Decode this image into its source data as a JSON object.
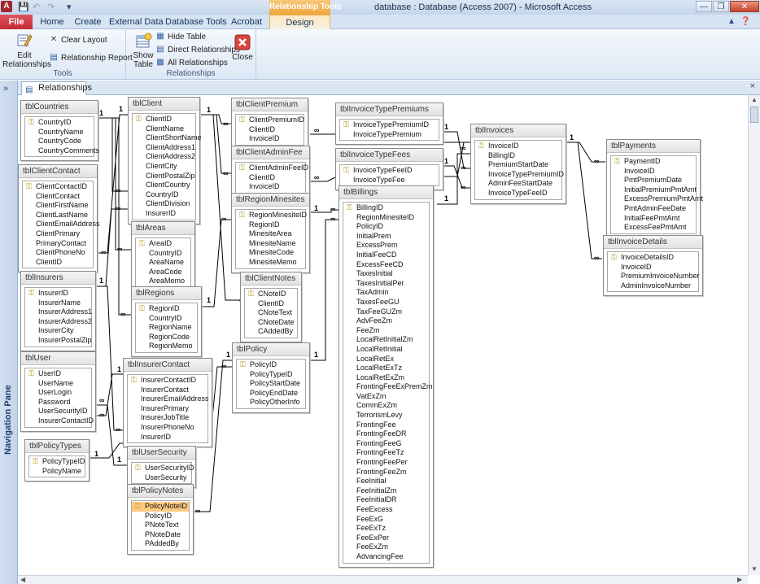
{
  "window": {
    "app_icon": "A",
    "title": "database : Database (Access 2007) - Microsoft Access",
    "context_header": "Relationship Tools",
    "qat": [
      "save-icon",
      "undo-icon",
      "redo-icon"
    ]
  },
  "tabs": {
    "file": "File",
    "home": "Home",
    "create": "Create",
    "external": "External Data",
    "dbtools": "Database Tools",
    "acrobat": "Acrobat",
    "design": "Design"
  },
  "ribbon": {
    "tools": {
      "label": "Tools",
      "edit": "Edit Relationships",
      "clear_layout": "Clear Layout",
      "report": "Relationship Report"
    },
    "relationships": {
      "label": "Relationships",
      "show_table": "Show Table",
      "hide_table": "Hide Table",
      "direct": "Direct Relationships",
      "all": "All Relationships",
      "close": "Close"
    }
  },
  "nav": {
    "toggle": "»",
    "label": "Navigation Pane"
  },
  "doc": {
    "tab_label": "Relationships",
    "close": "×"
  },
  "tables": {
    "countries": {
      "name": "tblCountries",
      "pk": "CountryID",
      "fields": [
        "CountryName",
        "CountryCode",
        "CountryComments"
      ]
    },
    "client": {
      "name": "tblClient",
      "pk": "ClientID",
      "fields": [
        "ClientName",
        "ClientShortName",
        "ClientAddress1",
        "ClientAddress2",
        "ClientCity",
        "ClientPostalZip",
        "ClientCountry",
        "CountryID",
        "ClientDivision",
        "InsurerID"
      ]
    },
    "clientPremium": {
      "name": "tblClientPremium",
      "pk": "ClientPremiumID",
      "fields": [
        "ClientID",
        "InvoiceID"
      ]
    },
    "invoiceTypePremiums": {
      "name": "tblInvoiceTypePremiums",
      "pk": "InvoiceTypePremiumID",
      "fields": [
        "InvoiceTypePremium"
      ]
    },
    "invoices": {
      "name": "tblInvoices",
      "pk": "InvoiceID",
      "fields": [
        "BillingID",
        "PremiumStartDate",
        "InvoiceTypePremiumID",
        "AdminFeeStartDate",
        "InvoiceTypeFeeID"
      ]
    },
    "payments": {
      "name": "tblPayments",
      "pk": "PaymentID",
      "fields": [
        "InvoiceID",
        "PmtPremiumDate",
        "InitialPremiumPmtAmt",
        "ExcessPremiumPmtAmt",
        "PmtAdminFeeDate",
        "InitialFeePmtAmt",
        "ExcessFeePmtAmt"
      ]
    },
    "clientContact": {
      "name": "tblClientContact",
      "pk": "ClientContactID",
      "fields": [
        "ClientContact",
        "ClientFirstName",
        "ClientLastName",
        "ClientEmailAddress",
        "ClientPrimary",
        "PrimaryContact",
        "ClientPhoneNo",
        "ClientID"
      ]
    },
    "clientAdminFee": {
      "name": "tblClientAdminFee",
      "pk": "ClientAdminFeeID",
      "fields": [
        "ClientID",
        "InvoiceID"
      ]
    },
    "invoiceTypeFees": {
      "name": "tblInvoiceTypeFees",
      "pk": "InvoiceTypeFeeID",
      "fields": [
        "InvoiceTypeFee"
      ]
    },
    "billings": {
      "name": "tblBillings",
      "pk": "BillingID",
      "fields": [
        "RegionMinesiteID",
        "PolicyID",
        "InitialPrem",
        "ExcessPrem",
        "InitialFeeCD",
        "ExcessFeeCD",
        "TaxesInitial",
        "TaxesInitialPer",
        "TaxAdmin",
        "TaxesFeeGU",
        "TaxFeeGUZm",
        "AdvFeeZm",
        "FeeZm",
        "LocalRetInitialZm",
        "LocalRetInitial",
        "LocalRetEx",
        "LocalRetExTz",
        "LocalRetExZm",
        "FrontingFeeExPremZm",
        "VatExZm",
        "CommExZm",
        "TerrorismLevy",
        "FrontingFee",
        "FrontingFeeDR",
        "FrontingFeeG",
        "FrontingFeeTz",
        "FrontingFeePer",
        "FrontingFeeZm",
        "FeeInitial",
        "FeeInitialZm",
        "FeeInitialDR",
        "FeeExcess",
        "FeeExG",
        "FeeExTz",
        "FeeExPer",
        "FeeExZm",
        "AdvancingFee"
      ]
    },
    "regionMinesites": {
      "name": "tblRegionMinesites",
      "pk": "RegionMinesiteID",
      "fields": [
        "RegionID",
        "MinesiteArea",
        "MinesiteName",
        "MinesiteCode",
        "MinesiteMemo"
      ]
    },
    "areas": {
      "name": "tblAreas",
      "pk": "AreaID",
      "fields": [
        "CountryID",
        "AreaName",
        "AreaCode",
        "AreaMemo"
      ]
    },
    "invoiceDetails": {
      "name": "tblInvoiceDetails",
      "pk": "InvoiceDetailsID",
      "fields": [
        "InvoiceID",
        "PremiumInvoiceNumber",
        "AdminInvoiceNumber"
      ]
    },
    "insurers": {
      "name": "tblInsurers",
      "pk": "InsurerID",
      "fields": [
        "InsurerName",
        "InsurerAddress1",
        "InsurerAddress2",
        "InsurerCity",
        "InsurerPostalZip"
      ]
    },
    "clientNotes": {
      "name": "tblClientNotes",
      "pk": "CNoteID",
      "fields": [
        "ClientID",
        "CNoteText",
        "CNoteDate",
        "CAddedBy"
      ]
    },
    "regions": {
      "name": "tblRegions",
      "pk": "RegionID",
      "fields": [
        "CountryID",
        "RegionName",
        "RegionCode",
        "RegionMemo"
      ]
    },
    "policy": {
      "name": "tblPolicy",
      "pk": "PolicyID",
      "fields": [
        "PolicyTypeID",
        "PolicyStartDate",
        "PolicyEndDate",
        "PolicyOtherInfo"
      ]
    },
    "user": {
      "name": "tblUser",
      "pk": "UserID",
      "fields": [
        "UserName",
        "UserLogin",
        "Password",
        "UserSecurityID",
        "InsurerContactID"
      ]
    },
    "insurerContact": {
      "name": "tblInsurerContact",
      "pk": "InsurerContactID",
      "fields": [
        "InsurerContact",
        "InsurerEmailAddress",
        "InsurerPrimary",
        "InsurerJobTitle",
        "InsurerPhoneNo",
        "InsurerID"
      ]
    },
    "policyTypes": {
      "name": "tblPolicyTypes",
      "pk": "PolicyTypeID",
      "fields": [
        "PolicyName"
      ]
    },
    "userSecurity": {
      "name": "tblUserSecurity",
      "pk": "UserSecurityID",
      "fields": [
        "UserSecurity"
      ]
    },
    "policyNotes": {
      "name": "tblPolicyNotes",
      "pk": "PolicyNoteID",
      "fields": [
        "PolicyID",
        "PNoteText",
        "PNoteDate",
        "PAddedBy"
      ]
    }
  },
  "relationship_labels": {
    "one": "1",
    "many": "∞"
  }
}
